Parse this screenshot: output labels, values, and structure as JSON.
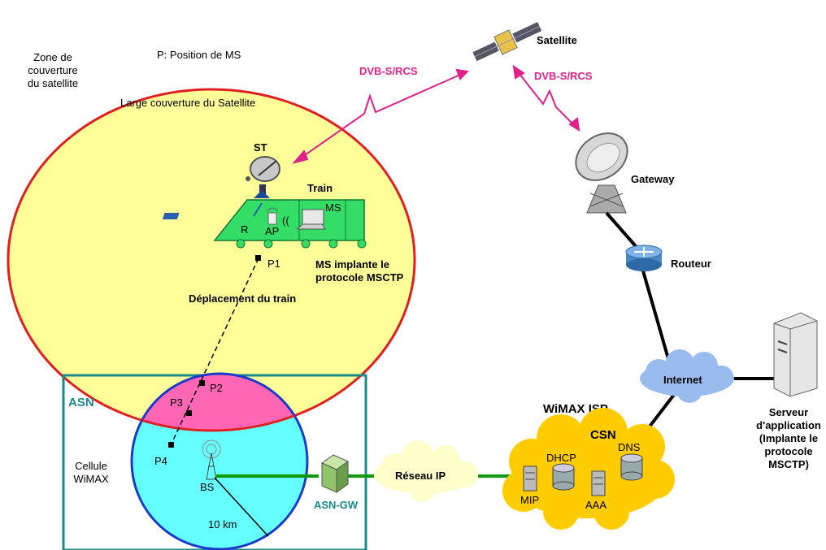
{
  "labels": {
    "zone": [
      "Zone de",
      "couverture",
      "du satellite"
    ],
    "position": "P: Position de MS",
    "large_coverage": "Large couverture du Satellite",
    "dvb_left": "DVB-S/RCS",
    "dvb_right": "DVB-S/RCS",
    "satellite": "Satellite",
    "gateway": "Gateway",
    "routeur": "Routeur",
    "internet": "Internet",
    "serveur": [
      "Serveur",
      "d'application",
      "(Implante le",
      "protocole",
      "MSCTP)"
    ],
    "st": "ST",
    "train": "Train",
    "ms": "MS",
    "r": "R",
    "ap": "AP",
    "ms_implante": [
      "MS implante le",
      "protocole MSCTP"
    ],
    "deplacement": "Déplacement du train",
    "p1": "P1",
    "p2": "P2",
    "p3": "P3",
    "p4": "P4",
    "asn": "ASN",
    "cellule": [
      "Cellule",
      "WiMAX"
    ],
    "bs": "BS",
    "radius": "10 km",
    "asn_gw": "ASN-GW",
    "reseau_ip": "Réseau IP",
    "wimax_isp": "WiMAX ISP",
    "csn": "CSN",
    "dhcp": "DHCP",
    "dns": "DNS",
    "mip": "MIP",
    "aaa": "AAA"
  },
  "colors": {
    "satellite_zone": "#ffff99",
    "zone_border": "#e02020",
    "overlap": "#ff66b3",
    "wimax_cell": "#66ffff",
    "cell_border": "#1a3acc",
    "asn_border": "#1a8a8a",
    "train": "#33dd66",
    "csn_cloud": "#ffcc00",
    "ip_cloud": "#ffffcc",
    "internet_cloud": "#99bbee",
    "pink_link": "#e0218a",
    "wire": "#000000",
    "green_link": "#119911"
  }
}
